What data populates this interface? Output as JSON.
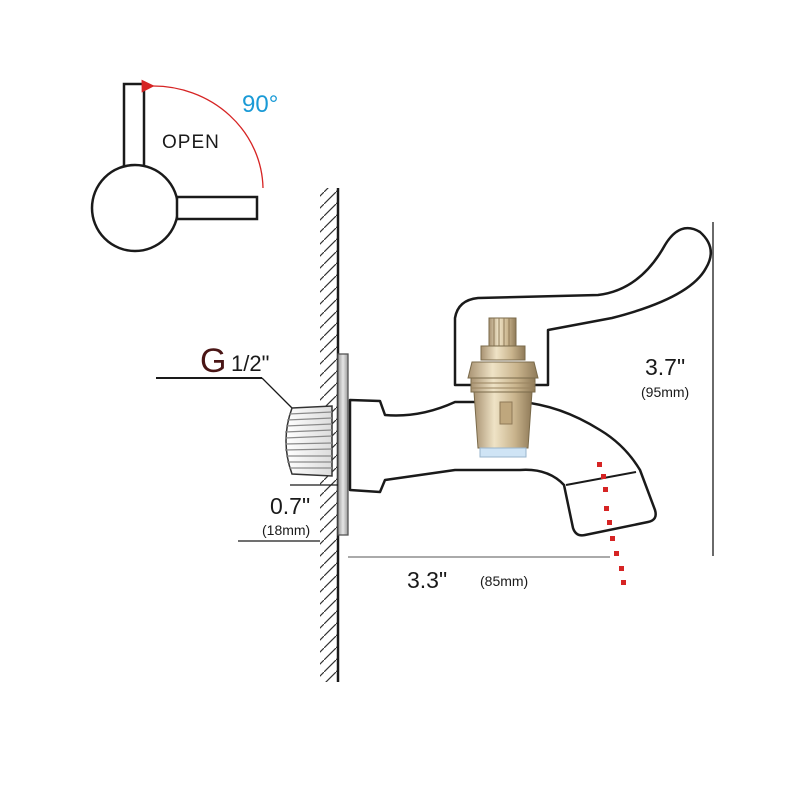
{
  "handle_rotation": {
    "angle_label": "90°",
    "direction_label": "OPEN",
    "angle_color": "#1a9ad6",
    "arrow_color": "#d62424"
  },
  "thread": {
    "label_g": "G",
    "label_size": "1/2\""
  },
  "dimensions": {
    "thread_length": {
      "inch": "0.7\"",
      "mm": "(18mm)"
    },
    "spout_reach": {
      "inch": "3.3\"",
      "mm": "(85mm)"
    },
    "height": {
      "inch": "3.7\"",
      "mm": "(95mm)"
    }
  },
  "colors": {
    "outline": "#1a1a1a",
    "water_drops": "#d62424",
    "cartridge_brass": "#d9c7a3",
    "cartridge_tip": "#cfe4f5",
    "wall_plate": "#bdbdbd"
  }
}
